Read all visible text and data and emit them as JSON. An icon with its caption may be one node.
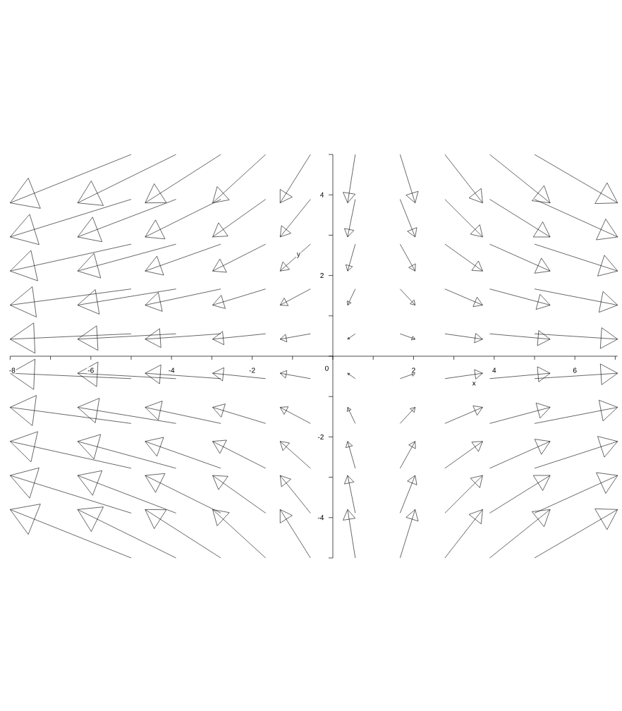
{
  "diagram": {
    "labels": [
      "4",
      "y",
      "2",
      "-8",
      "-6",
      "-4",
      "-2",
      "0",
      "2",
      "4",
      "6",
      "x",
      "-2",
      "-4"
    ]
  }
}
